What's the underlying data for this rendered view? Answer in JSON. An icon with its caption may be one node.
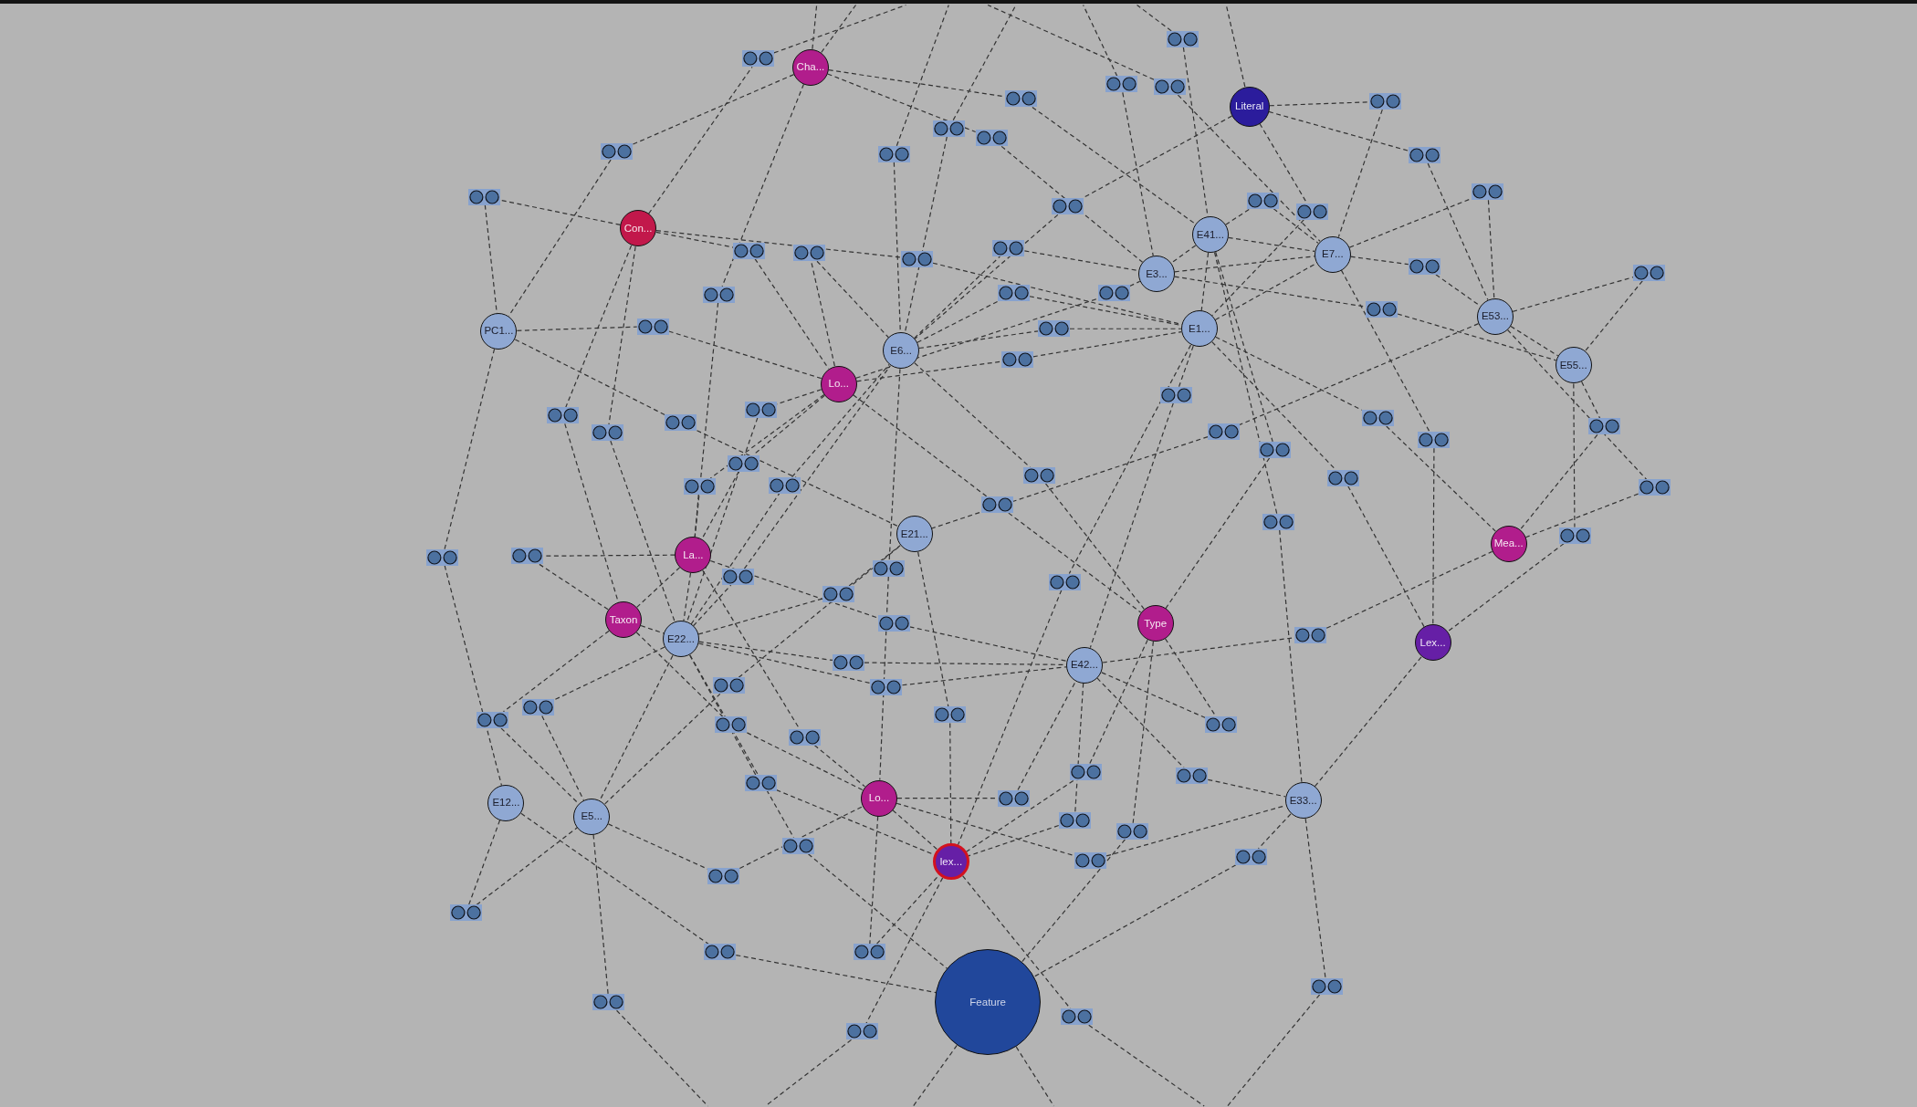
{
  "diagram": {
    "nodes": [
      {
        "text": [
          "Cha..."
        ]
      },
      {
        "text": [
          "Literal"
        ]
      },
      {
        "text": [
          "Con..."
        ]
      },
      {
        "text": [
          "E41..."
        ]
      },
      {
        "text": [
          "E7..."
        ]
      },
      {
        "text": [
          "E3..."
        ]
      },
      {
        "text": [
          "E53..."
        ]
      },
      {
        "text": [
          "E1..."
        ]
      },
      {
        "text": [
          "PC1..."
        ]
      },
      {
        "text": [
          "E6..."
        ]
      },
      {
        "text": [
          "E55..."
        ]
      },
      {
        "text": [
          "Lo..."
        ]
      },
      {
        "text": [
          "E21..."
        ]
      },
      {
        "text": [
          "Mea..."
        ]
      },
      {
        "text": [
          "La..."
        ]
      },
      {
        "text": [
          "Taxon"
        ]
      },
      {
        "text": [
          "Type"
        ]
      },
      {
        "text": [
          "E22..."
        ]
      },
      {
        "text": [
          "Lex..."
        ]
      },
      {
        "text": [
          "E42..."
        ]
      },
      {
        "text": [
          "Lo..."
        ]
      },
      {
        "text": [
          "E33..."
        ]
      },
      {
        "text": [
          "E12..."
        ]
      },
      {
        "text": [
          "E5..."
        ]
      },
      {
        "text": [
          "lex..."
        ]
      },
      {
        "text": [
          "Feature"
        ]
      },
      {
        "text": [],
        "shape": "box"
      },
      {
        "text": [],
        "shape": "box"
      },
      {
        "text": [],
        "shape": "box"
      },
      {
        "text": [],
        "shape": "box"
      },
      {
        "text": [],
        "shape": "box"
      },
      {
        "text": [],
        "shape": "box"
      },
      {
        "text": [],
        "shape": "box"
      },
      {
        "text": [],
        "shape": "box"
      },
      {
        "text": [],
        "shape": "box"
      },
      {
        "text": [],
        "shape": "box"
      },
      {
        "text": [],
        "shape": "box"
      },
      {
        "text": [],
        "shape": "box"
      },
      {
        "text": [],
        "shape": "box"
      },
      {
        "text": [],
        "shape": "box"
      },
      {
        "text": [],
        "shape": "box"
      },
      {
        "text": [],
        "shape": "box"
      },
      {
        "text": [],
        "shape": "box"
      },
      {
        "text": [],
        "shape": "box"
      },
      {
        "text": [],
        "shape": "box"
      },
      {
        "text": [],
        "shape": "box"
      },
      {
        "text": [],
        "shape": "box"
      },
      {
        "text": [],
        "shape": "box"
      },
      {
        "text": [],
        "shape": "box"
      },
      {
        "text": [],
        "shape": "box"
      },
      {
        "text": [],
        "shape": "box"
      },
      {
        "text": [],
        "shape": "box"
      },
      {
        "text": [],
        "shape": "box"
      },
      {
        "text": [],
        "shape": "box"
      },
      {
        "text": [],
        "shape": "box"
      },
      {
        "text": [],
        "shape": "box"
      },
      {
        "text": [],
        "shape": "box"
      },
      {
        "text": [],
        "shape": "box"
      },
      {
        "text": [],
        "shape": "box"
      },
      {
        "text": [],
        "shape": "box"
      },
      {
        "text": [],
        "shape": "box"
      },
      {
        "text": [],
        "shape": "box"
      },
      {
        "text": [],
        "shape": "box"
      },
      {
        "text": [],
        "shape": "box"
      },
      {
        "text": [],
        "shape": "box"
      },
      {
        "text": [],
        "shape": "box"
      },
      {
        "text": [],
        "shape": "box"
      },
      {
        "text": [],
        "shape": "box"
      },
      {
        "text": [],
        "shape": "box"
      },
      {
        "text": [],
        "shape": "box"
      },
      {
        "text": [],
        "shape": "box"
      },
      {
        "text": [],
        "shape": "box"
      },
      {
        "text": [],
        "shape": "box"
      },
      {
        "text": [],
        "shape": "box"
      },
      {
        "text": [],
        "shape": "box"
      },
      {
        "text": [],
        "shape": "box"
      },
      {
        "text": [],
        "shape": "box"
      },
      {
        "text": [],
        "shape": "box"
      },
      {
        "text": [],
        "shape": "box"
      },
      {
        "text": [],
        "shape": "box"
      },
      {
        "text": [],
        "shape": "box"
      },
      {
        "text": [],
        "shape": "box"
      },
      {
        "text": [],
        "shape": "box"
      },
      {
        "text": [],
        "shape": "box"
      },
      {
        "text": [],
        "shape": "box"
      },
      {
        "text": [],
        "shape": "box"
      },
      {
        "text": [],
        "shape": "box"
      },
      {
        "text": [],
        "shape": "box"
      },
      {
        "text": [],
        "shape": "box"
      },
      {
        "text": [],
        "shape": "box"
      },
      {
        "text": [],
        "shape": "box"
      },
      {
        "text": [],
        "shape": "box"
      },
      {
        "text": [],
        "shape": "box"
      },
      {
        "text": [],
        "shape": "box"
      },
      {
        "text": [],
        "shape": "box"
      },
      {
        "text": [],
        "shape": "box"
      },
      {
        "text": [],
        "shape": "box"
      },
      {
        "text": [],
        "shape": "box"
      },
      {
        "text": [],
        "shape": "box"
      },
      {
        "text": [],
        "shape": "box"
      },
      {
        "text": [],
        "shape": "box"
      },
      {
        "text": [],
        "shape": "box"
      },
      {
        "text": [],
        "shape": "box"
      },
      {
        "text": [],
        "shape": "box"
      },
      {
        "text": [],
        "shape": "box"
      },
      {
        "text": [],
        "shape": "box"
      },
      {
        "text": [],
        "shape": "box"
      },
      {
        "text": [],
        "shape": "box"
      }
    ],
    "edges": [
      {
        "from": 2,
        "to": 26,
        "arrow": "none",
        "style": "dashed"
      },
      {
        "from": 26,
        "to": null,
        "arrow": "none",
        "style": "dashed"
      },
      {
        "from": 27,
        "to": null,
        "arrow": "none",
        "style": "dashed"
      },
      {
        "from": 27,
        "to": 3,
        "arrow": "none",
        "style": "dashed"
      },
      {
        "from": 0,
        "to": 28,
        "arrow": "none",
        "style": "dashed"
      },
      {
        "from": 28,
        "to": 3,
        "arrow": "none",
        "style": "dashed"
      },
      {
        "from": 29,
        "to": null,
        "arrow": "none",
        "style": "dashed"
      },
      {
        "from": 29,
        "to": 5,
        "arrow": "none",
        "style": "dashed"
      },
      {
        "from": 30,
        "to": null,
        "arrow": "none",
        "style": "dashed"
      },
      {
        "from": 30,
        "to": 4,
        "arrow": "none",
        "style": "dashed"
      },
      {
        "from": 1,
        "to": 31,
        "arrow": "none",
        "style": "dashed"
      },
      {
        "from": 31,
        "to": 4,
        "arrow": "none",
        "style": "dashed"
      },
      {
        "from": 0,
        "to": 32,
        "arrow": "none",
        "style": "dashed"
      },
      {
        "from": 32,
        "to": 8,
        "arrow": "none",
        "style": "dashed"
      },
      {
        "from": 33,
        "to": null,
        "arrow": "none",
        "style": "dashed"
      },
      {
        "from": 33,
        "to": 9,
        "arrow": "none",
        "style": "dashed"
      },
      {
        "from": 34,
        "to": null,
        "arrow": "none",
        "style": "dashed"
      },
      {
        "from": 34,
        "to": 9,
        "arrow": "none",
        "style": "dashed"
      },
      {
        "from": 0,
        "to": 35,
        "arrow": "none",
        "style": "dashed"
      },
      {
        "from": 35,
        "to": 5,
        "arrow": "none",
        "style": "dashed"
      },
      {
        "from": 1,
        "to": 36,
        "arrow": "none",
        "style": "dashed"
      },
      {
        "from": 36,
        "to": 6,
        "arrow": "none",
        "style": "dashed"
      },
      {
        "from": 4,
        "to": 37,
        "arrow": "none",
        "style": "dashed"
      },
      {
        "from": 37,
        "to": 6,
        "arrow": "none",
        "style": "dashed"
      },
      {
        "from": 2,
        "to": 38,
        "arrow": "none",
        "style": "dashed"
      },
      {
        "from": 38,
        "to": 8,
        "arrow": "none",
        "style": "dashed"
      },
      {
        "from": 1,
        "to": 39,
        "arrow": "none",
        "style": "dashed"
      },
      {
        "from": 39,
        "to": 9,
        "arrow": "none",
        "style": "dashed"
      },
      {
        "from": 3,
        "to": 40,
        "arrow": "none",
        "style": "dashed"
      },
      {
        "from": 40,
        "to": 4,
        "arrow": "none",
        "style": "dashed"
      },
      {
        "from": 1,
        "to": 41,
        "arrow": "none",
        "style": "dashed"
      },
      {
        "from": 41,
        "to": 7,
        "arrow": "none",
        "style": "dashed"
      },
      {
        "from": 2,
        "to": 42,
        "arrow": "none",
        "style": "dashed"
      },
      {
        "from": 42,
        "to": 11,
        "arrow": "none",
        "style": "dashed"
      },
      {
        "from": 11,
        "to": 43,
        "arrow": "none",
        "style": "dashed"
      },
      {
        "from": 43,
        "to": 9,
        "arrow": "none",
        "style": "dashed"
      },
      {
        "from": 2,
        "to": 44,
        "arrow": "none",
        "style": "dashed"
      },
      {
        "from": 44,
        "to": 7,
        "arrow": "none",
        "style": "dashed"
      },
      {
        "from": 9,
        "to": 45,
        "arrow": "none",
        "style": "dashed"
      },
      {
        "from": 45,
        "to": 5,
        "arrow": "none",
        "style": "dashed"
      },
      {
        "from": 4,
        "to": 46,
        "arrow": "none",
        "style": "dashed"
      },
      {
        "from": 46,
        "to": 6,
        "arrow": "none",
        "style": "dashed"
      },
      {
        "from": 6,
        "to": 47,
        "arrow": "none",
        "style": "dashed"
      },
      {
        "from": 47,
        "to": 10,
        "arrow": "none",
        "style": "dashed"
      },
      {
        "from": 0,
        "to": 48,
        "arrow": "none",
        "style": "dashed"
      },
      {
        "from": 48,
        "to": 14,
        "arrow": "none",
        "style": "dashed"
      },
      {
        "from": 9,
        "to": 49,
        "arrow": "none",
        "style": "dashed"
      },
      {
        "from": 49,
        "to": 7,
        "arrow": "none",
        "style": "dashed"
      },
      {
        "from": 11,
        "to": 50,
        "arrow": "none",
        "style": "dashed"
      },
      {
        "from": 50,
        "to": 5,
        "arrow": "none",
        "style": "dashed"
      },
      {
        "from": 5,
        "to": 51,
        "arrow": "none",
        "style": "dashed"
      },
      {
        "from": 51,
        "to": 10,
        "arrow": "none",
        "style": "dashed"
      },
      {
        "from": 8,
        "to": 52,
        "arrow": "none",
        "style": "dashed"
      },
      {
        "from": 52,
        "to": 11,
        "arrow": "none",
        "style": "dashed"
      },
      {
        "from": 9,
        "to": 53,
        "arrow": "none",
        "style": "dashed"
      },
      {
        "from": 53,
        "to": 7,
        "arrow": "none",
        "style": "dashed"
      },
      {
        "from": 11,
        "to": 54,
        "arrow": "none",
        "style": "dashed"
      },
      {
        "from": 54,
        "to": 7,
        "arrow": "none",
        "style": "dashed"
      },
      {
        "from": 7,
        "to": 55,
        "arrow": "none",
        "style": "dashed"
      },
      {
        "from": 55,
        "to": 19,
        "arrow": "none",
        "style": "dashed"
      },
      {
        "from": 11,
        "to": 56,
        "arrow": "none",
        "style": "dashed"
      },
      {
        "from": 56,
        "to": 17,
        "arrow": "none",
        "style": "dashed"
      },
      {
        "from": 2,
        "to": 57,
        "arrow": "none",
        "style": "dashed"
      },
      {
        "from": 57,
        "to": 15,
        "arrow": "none",
        "style": "dashed"
      },
      {
        "from": 2,
        "to": 58,
        "arrow": "none",
        "style": "dashed"
      },
      {
        "from": 58,
        "to": 17,
        "arrow": "none",
        "style": "dashed"
      },
      {
        "from": 8,
        "to": 59,
        "arrow": "none",
        "style": "dashed"
      },
      {
        "from": 59,
        "to": 12,
        "arrow": "none",
        "style": "dashed"
      },
      {
        "from": 6,
        "to": 60,
        "arrow": "none",
        "style": "dashed"
      },
      {
        "from": 60,
        "to": 12,
        "arrow": "none",
        "style": "dashed"
      },
      {
        "from": 7,
        "to": 61,
        "arrow": "none",
        "style": "dashed"
      },
      {
        "from": 61,
        "to": 13,
        "arrow": "none",
        "style": "dashed"
      },
      {
        "from": 4,
        "to": 62,
        "arrow": "none",
        "style": "dashed"
      },
      {
        "from": 62,
        "to": 18,
        "arrow": "none",
        "style": "dashed"
      },
      {
        "from": 10,
        "to": 63,
        "arrow": "none",
        "style": "dashed"
      },
      {
        "from": 63,
        "to": 13,
        "arrow": "none",
        "style": "dashed"
      },
      {
        "from": 11,
        "to": 64,
        "arrow": "none",
        "style": "dashed"
      },
      {
        "from": 64,
        "to": 14,
        "arrow": "none",
        "style": "dashed"
      },
      {
        "from": 3,
        "to": 65,
        "arrow": "none",
        "style": "dashed"
      },
      {
        "from": 65,
        "to": 16,
        "arrow": "none",
        "style": "dashed"
      },
      {
        "from": 9,
        "to": 66,
        "arrow": "none",
        "style": "dashed"
      },
      {
        "from": 66,
        "to": 16,
        "arrow": "none",
        "style": "dashed"
      },
      {
        "from": 11,
        "to": 67,
        "arrow": "none",
        "style": "dashed"
      },
      {
        "from": 67,
        "to": 14,
        "arrow": "none",
        "style": "dashed"
      },
      {
        "from": 17,
        "to": 68,
        "arrow": "none",
        "style": "dashed"
      },
      {
        "from": 68,
        "to": 9,
        "arrow": "none",
        "style": "dashed"
      },
      {
        "from": 7,
        "to": 69,
        "arrow": "none",
        "style": "dashed"
      },
      {
        "from": 69,
        "to": 18,
        "arrow": "none",
        "style": "dashed"
      },
      {
        "from": 6,
        "to": 70,
        "arrow": "none",
        "style": "dashed"
      },
      {
        "from": 70,
        "to": 13,
        "arrow": "none",
        "style": "dashed"
      },
      {
        "from": 11,
        "to": 71,
        "arrow": "none",
        "style": "dashed"
      },
      {
        "from": 71,
        "to": 16,
        "arrow": "none",
        "style": "dashed"
      },
      {
        "from": 3,
        "to": 72,
        "arrow": "none",
        "style": "dashed"
      },
      {
        "from": 72,
        "to": 21,
        "arrow": "none",
        "style": "dashed"
      },
      {
        "from": 8,
        "to": 73,
        "arrow": "none",
        "style": "dashed"
      },
      {
        "from": 73,
        "to": 22,
        "arrow": "none",
        "style": "dashed"
      },
      {
        "from": 14,
        "to": 74,
        "arrow": "none",
        "style": "dashed"
      },
      {
        "from": 74,
        "to": 15,
        "arrow": "none",
        "style": "dashed"
      },
      {
        "from": 10,
        "to": 75,
        "arrow": "none",
        "style": "dashed"
      },
      {
        "from": 75,
        "to": 18,
        "arrow": "none",
        "style": "dashed"
      },
      {
        "from": 9,
        "to": 76,
        "arrow": "none",
        "style": "dashed"
      },
      {
        "from": 76,
        "to": 20,
        "arrow": "none",
        "style": "dashed"
      },
      {
        "from": 17,
        "to": 77,
        "arrow": "none",
        "style": "dashed"
      },
      {
        "from": 77,
        "to": 9,
        "arrow": "none",
        "style": "dashed"
      },
      {
        "from": 7,
        "to": 78,
        "arrow": "none",
        "style": "dashed"
      },
      {
        "from": 78,
        "to": 24,
        "arrow": "none",
        "style": "dashed"
      },
      {
        "from": 17,
        "to": 79,
        "arrow": "none",
        "style": "dashed"
      },
      {
        "from": 79,
        "to": 12,
        "arrow": "none",
        "style": "dashed"
      },
      {
        "from": 14,
        "to": 80,
        "arrow": "none",
        "style": "dashed"
      },
      {
        "from": 80,
        "to": 19,
        "arrow": "none",
        "style": "dashed"
      },
      {
        "from": 19,
        "to": 81,
        "arrow": "none",
        "style": "dashed"
      },
      {
        "from": 81,
        "to": 13,
        "arrow": "none",
        "style": "dashed"
      },
      {
        "from": 17,
        "to": 82,
        "arrow": "none",
        "style": "dashed"
      },
      {
        "from": 82,
        "to": 19,
        "arrow": "none",
        "style": "dashed"
      },
      {
        "from": 17,
        "to": 83,
        "arrow": "none",
        "style": "dashed"
      },
      {
        "from": 83,
        "to": 19,
        "arrow": "none",
        "style": "dashed"
      },
      {
        "from": 23,
        "to": 84,
        "arrow": "none",
        "style": "dashed"
      },
      {
        "from": 84,
        "to": 12,
        "arrow": "none",
        "style": "dashed"
      },
      {
        "from": 17,
        "to": 85,
        "arrow": "none",
        "style": "dashed"
      },
      {
        "from": 85,
        "to": 23,
        "arrow": "none",
        "style": "dashed"
      },
      {
        "from": 15,
        "to": 86,
        "arrow": "none",
        "style": "dashed"
      },
      {
        "from": 86,
        "to": 23,
        "arrow": "none",
        "style": "dashed"
      },
      {
        "from": 15,
        "to": 87,
        "arrow": "none",
        "style": "dashed"
      },
      {
        "from": 87,
        "to": 20,
        "arrow": "none",
        "style": "dashed"
      },
      {
        "from": 16,
        "to": 88,
        "arrow": "none",
        "style": "dashed"
      },
      {
        "from": 88,
        "to": 19,
        "arrow": "none",
        "style": "dashed"
      },
      {
        "from": 14,
        "to": 89,
        "arrow": "none",
        "style": "dashed"
      },
      {
        "from": 89,
        "to": 20,
        "arrow": "none",
        "style": "dashed"
      },
      {
        "from": 12,
        "to": 90,
        "arrow": "none",
        "style": "dashed"
      },
      {
        "from": 90,
        "to": 24,
        "arrow": "none",
        "style": "dashed"
      },
      {
        "from": 16,
        "to": 91,
        "arrow": "none",
        "style": "dashed"
      },
      {
        "from": 91,
        "to": 24,
        "arrow": "none",
        "style": "dashed"
      },
      {
        "from": 19,
        "to": 92,
        "arrow": "none",
        "style": "dashed"
      },
      {
        "from": 92,
        "to": 21,
        "arrow": "none",
        "style": "dashed"
      },
      {
        "from": 17,
        "to": 93,
        "arrow": "none",
        "style": "dashed"
      },
      {
        "from": 93,
        "to": 24,
        "arrow": "none",
        "style": "dashed"
      },
      {
        "from": 20,
        "to": 94,
        "arrow": "none",
        "style": "dashed"
      },
      {
        "from": 94,
        "to": 19,
        "arrow": "none",
        "style": "dashed"
      },
      {
        "from": 19,
        "to": 95,
        "arrow": "none",
        "style": "dashed"
      },
      {
        "from": 95,
        "to": 24,
        "arrow": "none",
        "style": "dashed"
      },
      {
        "from": 16,
        "to": 96,
        "arrow": "none",
        "style": "dashed"
      },
      {
        "from": 96,
        "to": 25,
        "arrow": "none",
        "style": "dashed"
      },
      {
        "from": 17,
        "to": 97,
        "arrow": "none",
        "style": "dashed"
      },
      {
        "from": 97,
        "to": 25,
        "arrow": "none",
        "style": "dashed"
      },
      {
        "from": 23,
        "to": 98,
        "arrow": "none",
        "style": "dashed"
      },
      {
        "from": 98,
        "to": 20,
        "arrow": "none",
        "style": "dashed"
      },
      {
        "from": 20,
        "to": 99,
        "arrow": "none",
        "style": "dashed"
      },
      {
        "from": 99,
        "to": 21,
        "arrow": "none",
        "style": "dashed"
      },
      {
        "from": 21,
        "to": 100,
        "arrow": "none",
        "style": "dashed"
      },
      {
        "from": 100,
        "to": 25,
        "arrow": "none",
        "style": "dashed"
      },
      {
        "from": 22,
        "to": 101,
        "arrow": "none",
        "style": "dashed"
      },
      {
        "from": 101,
        "to": 23,
        "arrow": "none",
        "style": "dashed"
      },
      {
        "from": 22,
        "to": 102,
        "arrow": "none",
        "style": "dashed"
      },
      {
        "from": 102,
        "to": 25,
        "arrow": "none",
        "style": "dashed"
      },
      {
        "from": 20,
        "to": 103,
        "arrow": "none",
        "style": "dashed"
      },
      {
        "from": 103,
        "to": 24,
        "arrow": "none",
        "style": "dashed"
      },
      {
        "from": 23,
        "to": 104,
        "arrow": "none",
        "style": "dashed"
      },
      {
        "from": 104,
        "to": null,
        "arrow": "none",
        "style": "dashed"
      },
      {
        "from": 21,
        "to": 105,
        "arrow": "none",
        "style": "dashed"
      },
      {
        "from": 105,
        "to": null,
        "arrow": "none",
        "style": "dashed"
      },
      {
        "from": 24,
        "to": 106,
        "arrow": "none",
        "style": "dashed"
      },
      {
        "from": 106,
        "to": null,
        "arrow": "none",
        "style": "dashed"
      },
      {
        "from": 24,
        "to": 107,
        "arrow": "none",
        "style": "dashed"
      },
      {
        "from": 107,
        "to": null,
        "arrow": "none",
        "style": "dashed"
      },
      {
        "from": 0,
        "to": null,
        "arrow": "none",
        "style": "dashed"
      },
      {
        "from": 0,
        "to": null,
        "arrow": "none",
        "style": "dashed"
      },
      {
        "from": 1,
        "to": null,
        "arrow": "none",
        "style": "dashed"
      },
      {
        "from": 25,
        "to": null,
        "arrow": "none",
        "style": "dashed"
      },
      {
        "from": 25,
        "to": null,
        "arrow": "none",
        "style": "dashed"
      },
      {
        "from": 3,
        "to": 5,
        "arrow": "none",
        "style": "dashed"
      },
      {
        "from": 3,
        "to": 7,
        "arrow": "none",
        "style": "dashed"
      },
      {
        "from": 5,
        "to": 4,
        "arrow": "none",
        "style": "dashed"
      },
      {
        "from": 3,
        "to": 4,
        "arrow": "none",
        "style": "dashed"
      },
      {
        "from": 7,
        "to": 4,
        "arrow": "none",
        "style": "dashed"
      },
      {
        "from": 18,
        "to": 21,
        "arrow": "none",
        "style": "dashed"
      },
      {
        "from": 15,
        "to": 17,
        "arrow": "none",
        "style": "dashed"
      },
      {
        "from": 14,
        "to": 17,
        "arrow": "none",
        "style": "dashed"
      },
      {
        "from": 17,
        "to": 23,
        "arrow": "none",
        "style": "dashed"
      },
      {
        "from": 14,
        "to": 15,
        "arrow": "none",
        "style": "dashed"
      },
      {
        "from": 6,
        "to": 10,
        "arrow": "none",
        "style": "dashed"
      },
      {
        "from": 20,
        "to": 24,
        "arrow": "none",
        "style": "dashed"
      }
    ]
  }
}
